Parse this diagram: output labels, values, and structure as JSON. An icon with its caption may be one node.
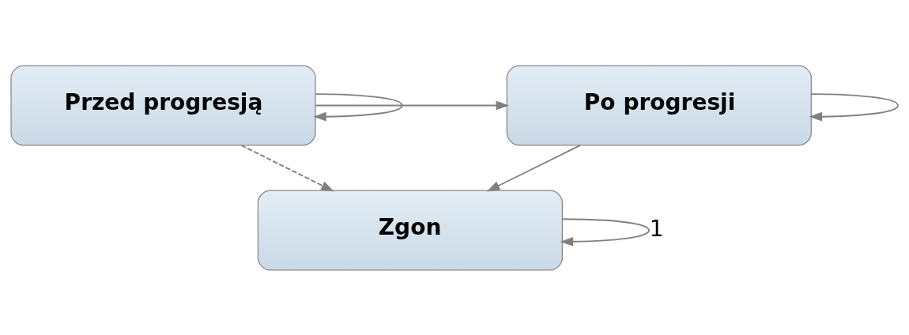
{
  "diagram": {
    "nodes": [
      {
        "text": [
          "Przed progresją"
        ]
      },
      {
        "text": [
          "Po progresji"
        ]
      },
      {
        "text": [
          "Zgon"
        ]
      }
    ],
    "edges": [
      {
        "from": 0,
        "to": 0,
        "arrow": "to"
      },
      {
        "from": 0,
        "to": 1,
        "arrow": "to"
      },
      {
        "from": 1,
        "to": 1,
        "arrow": "to"
      },
      {
        "from": 0,
        "to": 2,
        "arrow": "to",
        "style": "dashed"
      },
      {
        "from": 1,
        "to": 2,
        "arrow": "to"
      },
      {
        "from": 2,
        "to": 2,
        "arrow": "to",
        "label": "1"
      }
    ]
  }
}
